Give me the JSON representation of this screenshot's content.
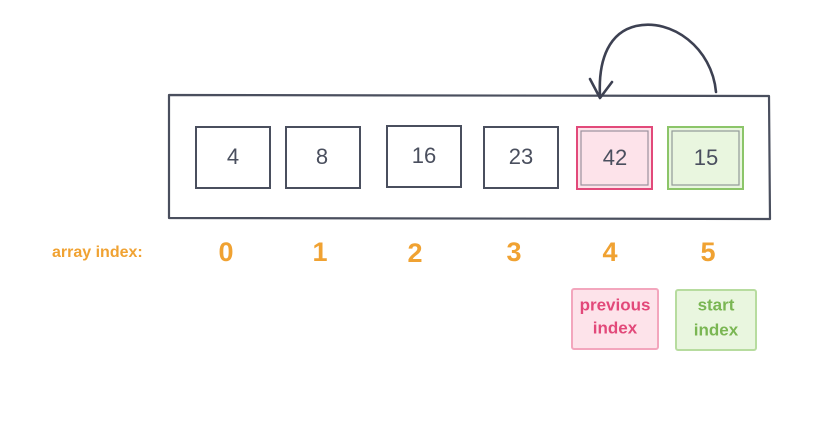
{
  "array": {
    "values": [
      "4",
      "8",
      "16",
      "23",
      "42",
      "15"
    ],
    "indices": [
      "0",
      "1",
      "2",
      "3",
      "4",
      "5"
    ],
    "label": "array index:"
  },
  "tags": {
    "previous": {
      "line1": "previous",
      "line2": "index"
    },
    "start": {
      "line1": "start",
      "line2": "index"
    }
  },
  "colors": {
    "stroke": "#4a4f5e",
    "index": "#f0a232",
    "previous_fill": "#fde3ea",
    "previous_stroke": "#e2497a",
    "previous_text": "#e2497a",
    "start_fill": "#e9f6df",
    "start_stroke": "#8cc569",
    "start_text": "#7ab653"
  }
}
